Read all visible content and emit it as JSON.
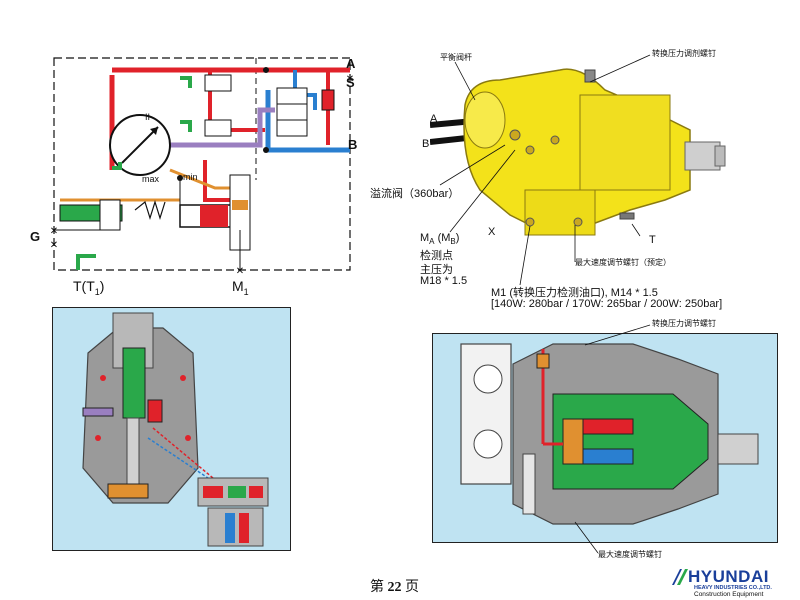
{
  "schematic": {
    "port_a": "A",
    "port_s": "S",
    "port_b": "B",
    "port_g": "G",
    "port_t": "T(T",
    "port_t_sub": "1",
    "port_t_close": ")",
    "port_m": "M",
    "port_m_sub": "1",
    "label_max": "max",
    "label_min": "min",
    "label_swash": "II"
  },
  "pump_photo": {
    "balance_lever": "平衡阀杆",
    "switch_pressure_screw": "转换压力调剂螺钉",
    "port_a": "A",
    "port_b": "B",
    "relief_valve": "溢流阀（360bar）",
    "port_x": "X",
    "port_t": "T",
    "max_speed_screw": "最大速度调节螺钉（预定）",
    "ma_prefix": "M",
    "ma_sub": "A",
    "ma_mid": " (M",
    "mb_sub": "B",
    "ma_close": ")",
    "check_point": "检测点",
    "main_pressure": "主压为",
    "thread_spec": "M18 * 1.5",
    "m1_line": "M1 (转换压力检测油口), M14 * 1.5",
    "pressure_settings": "[140W: 280bar / 170W: 265bar / 200W: 250bar]"
  },
  "section_view": {
    "switch_pressure_screw": "转换压力调节螺钉",
    "max_speed_screw": "最大速度调节螺钉"
  },
  "footer": {
    "page_prefix": "第 ",
    "page_number": "22",
    "page_suffix": " 页",
    "logo_main": "HYUNDAI",
    "logo_sub": "HEAVY INDUSTRIES CO.,LTD.",
    "logo_sub2": "Construction Equipment"
  },
  "colors": {
    "red": "#e0222a",
    "blue": "#2a7fd0",
    "green": "#2aa84a",
    "purple": "#9a7fc0",
    "orange": "#e09030",
    "yellow": "#f3e21a",
    "panel_bg": "#bfe3f2"
  }
}
